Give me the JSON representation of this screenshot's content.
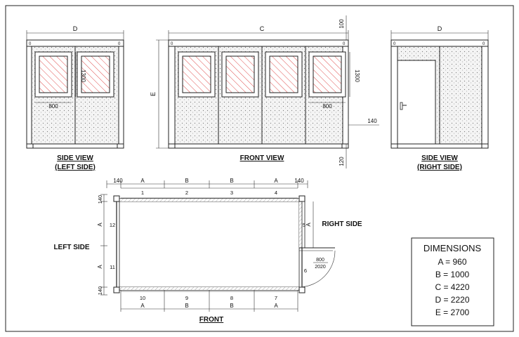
{
  "views": {
    "side_left": {
      "top_dim": "D",
      "window_height": "1300",
      "window_width": "800",
      "label_line1": "SIDE VIEW",
      "label_line2": "(LEFT SIDE)"
    },
    "front": {
      "top_dim": "C",
      "roof_dim": "100",
      "left_dim": "E",
      "window_height": "1300",
      "window_width": "800",
      "offset_dim": "140",
      "base_dim": "120",
      "label": "FRONT VIEW"
    },
    "side_right": {
      "top_dim": "D",
      "label_line1": "SIDE VIEW",
      "label_line2": "(RIGHT SIDE)"
    }
  },
  "plan": {
    "top_dims": [
      "140",
      "A",
      "B",
      "B",
      "A",
      "140"
    ],
    "top_panels": [
      "1",
      "2",
      "3",
      "4"
    ],
    "bottom_panels": [
      "10",
      "9",
      "8",
      "7"
    ],
    "bottom_dims": [
      "A",
      "B",
      "B",
      "A"
    ],
    "left_dims": [
      "140",
      "A",
      "A",
      "140"
    ],
    "left_panels": [
      "12",
      "11"
    ],
    "right_panel": "5",
    "right_dim": "A",
    "door_panel": "6",
    "door_size_top": "800",
    "door_size_bottom": "2020",
    "label_left": "LEFT SIDE",
    "label_right": "RIGHT SIDE",
    "label_front": "FRONT"
  },
  "dimensions": {
    "title": "DIMENSIONS",
    "items": [
      "A = 960",
      "B = 1000",
      "C = 4220",
      "D = 2220",
      "E = 2700"
    ]
  }
}
